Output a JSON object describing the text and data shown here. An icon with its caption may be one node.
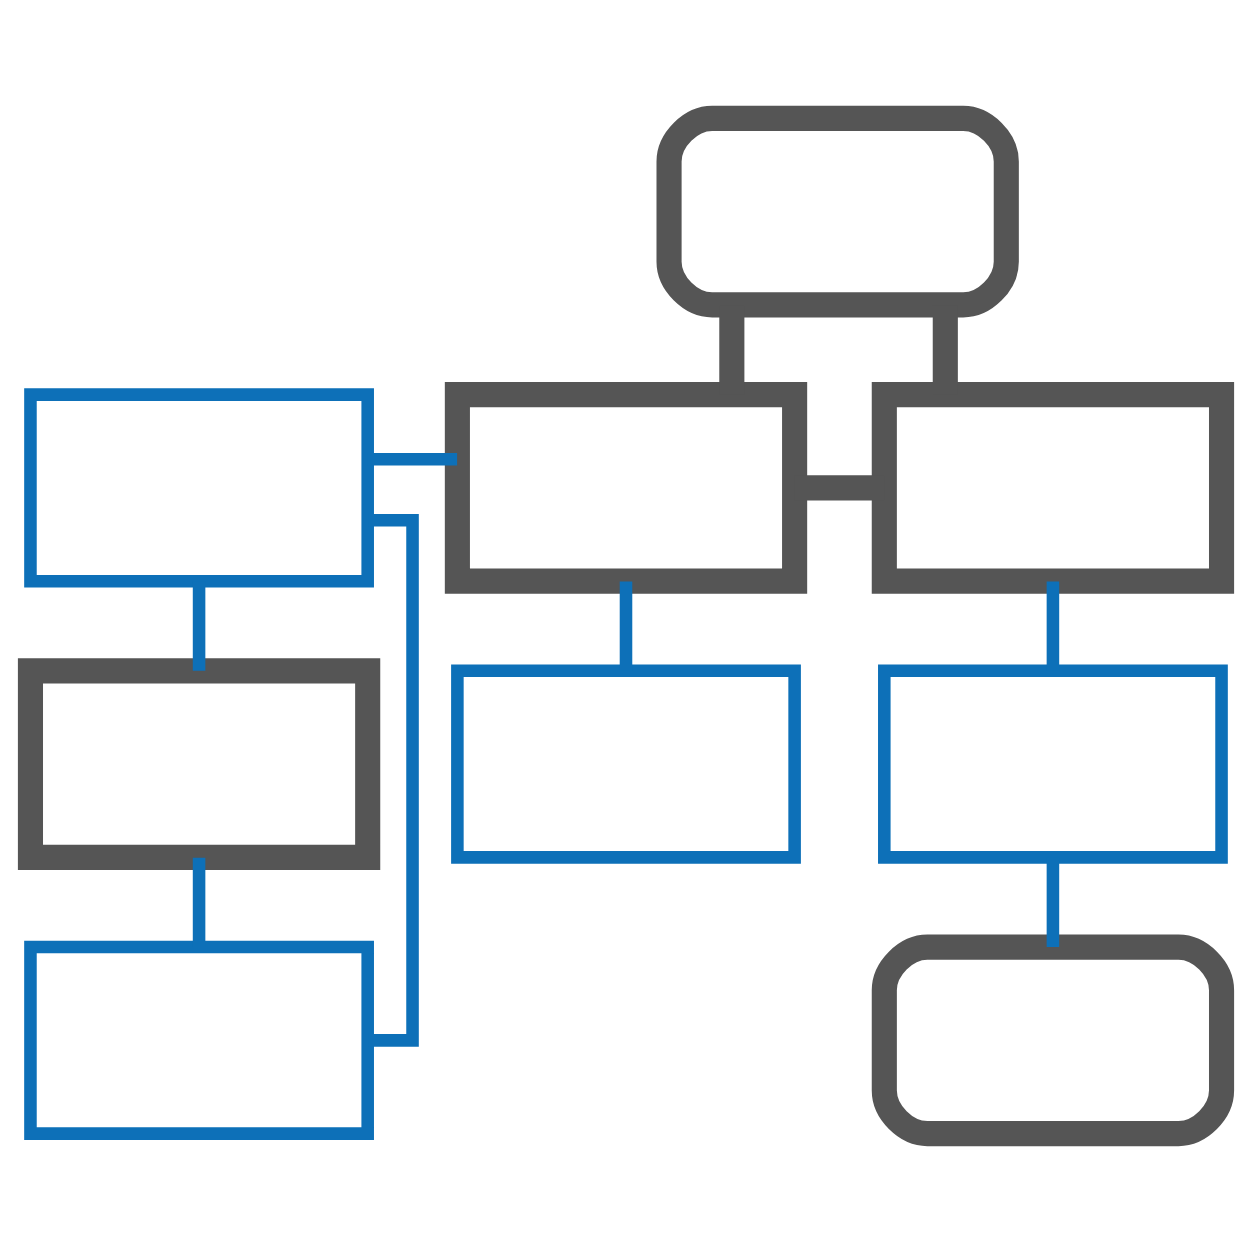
{
  "diagram": {
    "nodes": [
      {
        "text": [],
        "shape": "oval"
      },
      {
        "text": [],
        "shape": "box"
      },
      {
        "text": [],
        "shape": "box"
      },
      {
        "text": [],
        "shape": "box"
      },
      {
        "text": [],
        "shape": "box"
      },
      {
        "text": [],
        "shape": "box"
      },
      {
        "text": [],
        "shape": "box"
      },
      {
        "text": [],
        "shape": "box"
      },
      {
        "text": [],
        "shape": "oval"
      }
    ],
    "edges": [
      {
        "from": 0,
        "to": 2,
        "arrow": "none",
        "style": "thick",
        "color": "#555555"
      },
      {
        "from": 0,
        "to": 3,
        "arrow": "none",
        "style": "thick",
        "color": "#555555"
      },
      {
        "from": 1,
        "to": 2,
        "arrow": "none"
      },
      {
        "from": 2,
        "to": 3,
        "arrow": "none",
        "style": "thick",
        "color": "#555555"
      },
      {
        "from": 1,
        "to": 4,
        "arrow": "none"
      },
      {
        "from": 2,
        "to": 5,
        "arrow": "none"
      },
      {
        "from": 3,
        "to": 6,
        "arrow": "none"
      },
      {
        "from": 4,
        "to": 7,
        "arrow": "none"
      },
      {
        "from": 6,
        "to": 8,
        "arrow": "none"
      },
      {
        "from": 7,
        "to": 1,
        "arrow": "none"
      }
    ]
  }
}
